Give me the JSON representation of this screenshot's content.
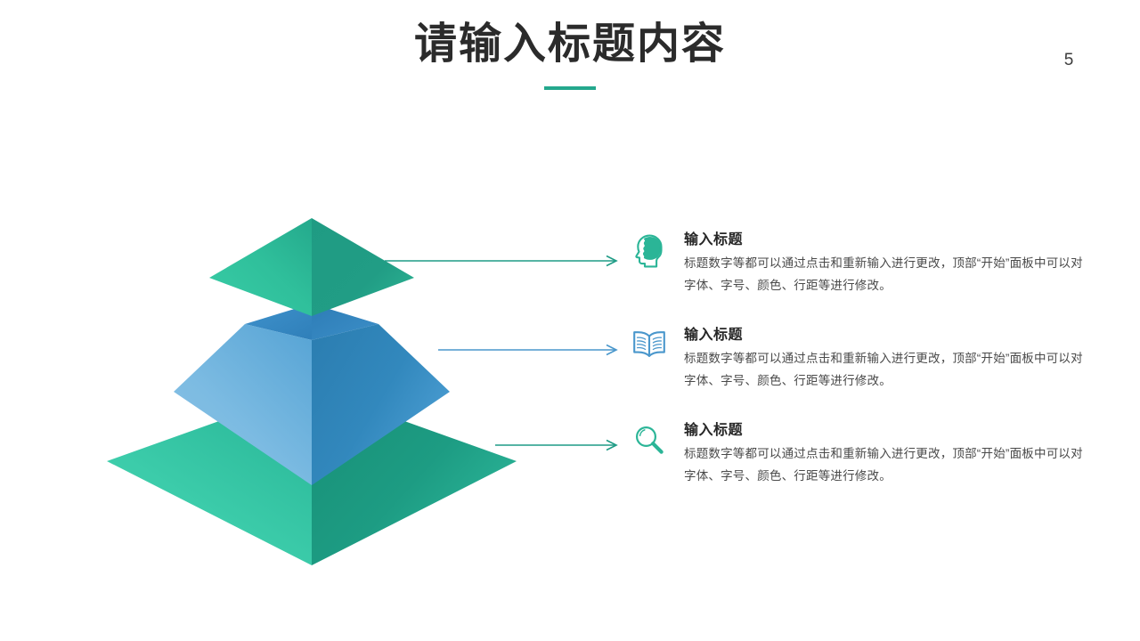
{
  "slide": {
    "title": "请输入标题内容",
    "page_number": "5",
    "accent_color": "#24a88d"
  },
  "colors": {
    "teal_dark": "#1f9c86",
    "teal_mid": "#2bb597",
    "teal_light": "#45d3ad",
    "blue_dark": "#2e7fb8",
    "blue_mid": "#3f92cc",
    "blue_light": "#7cbbe2",
    "text_heading": "#262626",
    "text_body": "#4a4a4a"
  },
  "items": [
    {
      "icon": "head-brain-icon",
      "icon_color": "#2bb597",
      "arrow_color": "#1f9c86",
      "heading": "输入标题",
      "body": "标题数字等都可以通过点击和重新输入进行更改，顶部“开始”面板中可以对字体、字号、颜色、行距等进行修改。"
    },
    {
      "icon": "open-book-icon",
      "icon_color": "#4a97cc",
      "arrow_color": "#4a97cc",
      "heading": "输入标题",
      "body": "标题数字等都可以通过点击和重新输入进行更改，顶部“开始”面板中可以对字体、字号、颜色、行距等进行修改。"
    },
    {
      "icon": "magnifier-icon",
      "icon_color": "#2bb597",
      "arrow_color": "#1f9c86",
      "heading": "输入标题",
      "body": "标题数字等都可以通过点击和重新输入进行更改，顶部“开始”面板中可以对字体、字号、颜色、行距等进行修改。"
    }
  ],
  "pyramid": {
    "name": "three-tier-3d-pyramid",
    "tiers": [
      {
        "level": 1,
        "position": "top",
        "shape": "pyramid-apex",
        "color": "#2bb597"
      },
      {
        "level": 2,
        "position": "middle",
        "shape": "frustum",
        "color": "#4a97cc"
      },
      {
        "level": 3,
        "position": "bottom",
        "shape": "frustum",
        "color": "#2bb597"
      }
    ]
  }
}
